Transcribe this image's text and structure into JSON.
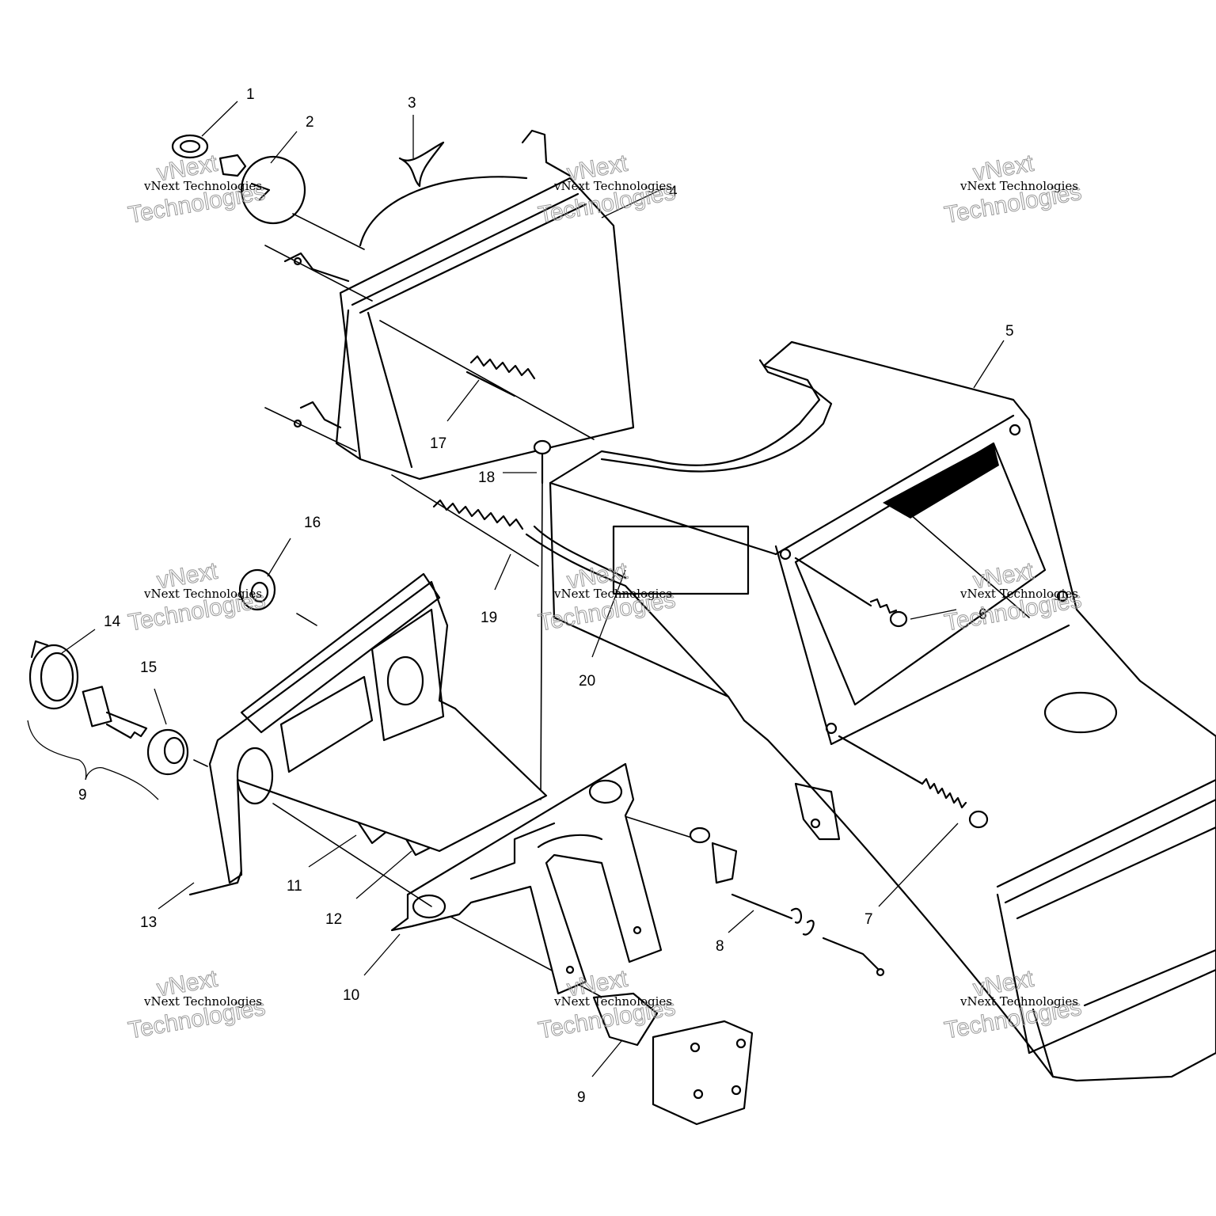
{
  "callouts": {
    "c1": "1",
    "c2": "2",
    "c3": "3",
    "c4": "4",
    "c5": "5",
    "c6": "6",
    "c7": "7",
    "c8": "8",
    "c9a": "9",
    "c9b": "9",
    "c10": "10",
    "c11": "11",
    "c12": "12",
    "c13": "13",
    "c14": "14",
    "c15": "15",
    "c16": "16",
    "c17": "17",
    "c18": "18",
    "c19": "19",
    "c20": "20"
  },
  "watermark": {
    "line": "vNext Technologies",
    "word1": "vNext",
    "word2": "Technologies"
  }
}
